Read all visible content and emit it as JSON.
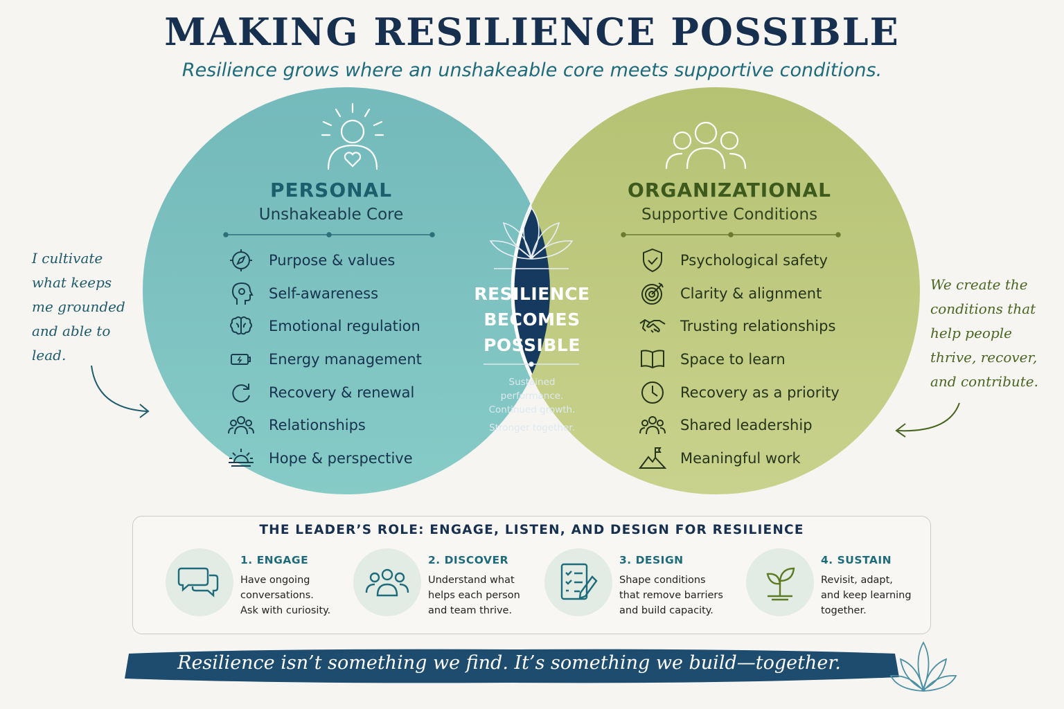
{
  "title": "MAKING RESILIENCE POSSIBLE",
  "subtitle": "Resilience grows where an unshakeable core meets supportive conditions.",
  "personal": {
    "title": "PERSONAL",
    "subtitle": "Unshakeable Core",
    "header_icon": "person-heart-icon",
    "color": "#7cc0bd",
    "items": [
      {
        "label": "Purpose & values",
        "icon": "compass-icon"
      },
      {
        "label": "Self-awareness",
        "icon": "head-profile-icon"
      },
      {
        "label": "Emotional regulation",
        "icon": "brain-icon"
      },
      {
        "label": "Energy management",
        "icon": "battery-icon"
      },
      {
        "label": "Recovery & renewal",
        "icon": "refresh-icon"
      },
      {
        "label": "Relationships",
        "icon": "people-icon"
      },
      {
        "label": "Hope & perspective",
        "icon": "sunrise-icon"
      }
    ]
  },
  "organizational": {
    "title": "ORGANIZATIONAL",
    "subtitle": "Supportive Conditions",
    "header_icon": "group-icon",
    "color": "#c3cd82",
    "items": [
      {
        "label": "Psychological safety",
        "icon": "shield-check-icon"
      },
      {
        "label": "Clarity & alignment",
        "icon": "target-icon"
      },
      {
        "label": "Trusting relationships",
        "icon": "handshake-icon"
      },
      {
        "label": "Space to learn",
        "icon": "book-icon"
      },
      {
        "label": "Recovery as a priority",
        "icon": "clock-icon"
      },
      {
        "label": "Shared leadership",
        "icon": "people-icon"
      },
      {
        "label": "Meaningful work",
        "icon": "mountain-flag-icon"
      }
    ]
  },
  "center": {
    "title_lines": [
      "RESILIENCE",
      "BECOMES",
      "POSSIBLE"
    ],
    "subtext_lines": [
      "Sustained",
      "performance.",
      "Continued growth."
    ],
    "tagline": "Stronger together.",
    "icon": "lotus-icon",
    "color": "#163a5f"
  },
  "notes": {
    "left_lines": [
      "I cultivate",
      "what keeps",
      "me grounded",
      "and able to",
      "lead."
    ],
    "right_lines": [
      "We create the",
      "conditions that",
      "help people",
      "thrive, recover,",
      "and contribute."
    ]
  },
  "leader_role": {
    "title": "THE LEADER’S ROLE: ENGAGE, LISTEN, AND DESIGN FOR RESILIENCE",
    "steps": [
      {
        "title": "1. ENGAGE",
        "lines": [
          "Have ongoing",
          "conversations.",
          "Ask with curiosity."
        ],
        "icon": "chat-bubbles-icon"
      },
      {
        "title": "2. DISCOVER",
        "lines": [
          "Understand what",
          "helps each person",
          "and team thrive."
        ],
        "icon": "team-icon"
      },
      {
        "title": "3. DESIGN",
        "lines": [
          "Shape conditions",
          "that remove barriers",
          "and build capacity."
        ],
        "icon": "checklist-pencil-icon"
      },
      {
        "title": "4. SUSTAIN",
        "lines": [
          "Revisit, adapt,",
          "and keep learning",
          "together."
        ],
        "icon": "sprout-icon"
      }
    ]
  },
  "footer": {
    "quote": "Resilience isn’t something we find. It’s something we build—together.",
    "icon": "lotus-icon",
    "color": "#1d4c6e"
  }
}
